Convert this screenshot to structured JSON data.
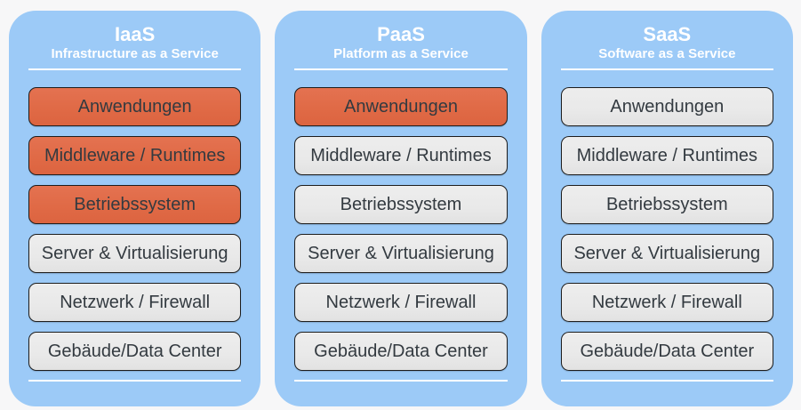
{
  "colors": {
    "page_bg": "#f7f7f8",
    "panel_blue": "#9ccaf7",
    "highlight_orange": "#e06a46",
    "layer_gray": "#e9e9e9",
    "border_dark": "#1d1d1d",
    "text_dark": "#333a40",
    "header_text": "#ffffff"
  },
  "columns": [
    {
      "title": "IaaS",
      "subtitle": "Infrastructure as a Service",
      "layers": [
        {
          "label": "Anwendungen",
          "highlighted": true
        },
        {
          "label": "Middleware / Runtimes",
          "highlighted": true
        },
        {
          "label": "Betriebssystem",
          "highlighted": true
        },
        {
          "label": "Server & Virtualisierung",
          "highlighted": false
        },
        {
          "label": "Netzwerk / Firewall",
          "highlighted": false
        },
        {
          "label": "Gebäude/Data Center",
          "highlighted": false
        }
      ]
    },
    {
      "title": "PaaS",
      "subtitle": "Platform as a Service",
      "layers": [
        {
          "label": "Anwendungen",
          "highlighted": true
        },
        {
          "label": "Middleware / Runtimes",
          "highlighted": false
        },
        {
          "label": "Betriebssystem",
          "highlighted": false
        },
        {
          "label": "Server & Virtualisierung",
          "highlighted": false
        },
        {
          "label": "Netzwerk / Firewall",
          "highlighted": false
        },
        {
          "label": "Gebäude/Data Center",
          "highlighted": false
        }
      ]
    },
    {
      "title": "SaaS",
      "subtitle": "Software as a Service",
      "layers": [
        {
          "label": "Anwendungen",
          "highlighted": false
        },
        {
          "label": "Middleware / Runtimes",
          "highlighted": false
        },
        {
          "label": "Betriebssystem",
          "highlighted": false
        },
        {
          "label": "Server & Virtualisierung",
          "highlighted": false
        },
        {
          "label": "Netzwerk / Firewall",
          "highlighted": false
        },
        {
          "label": "Gebäude/Data Center",
          "highlighted": false
        }
      ]
    }
  ]
}
